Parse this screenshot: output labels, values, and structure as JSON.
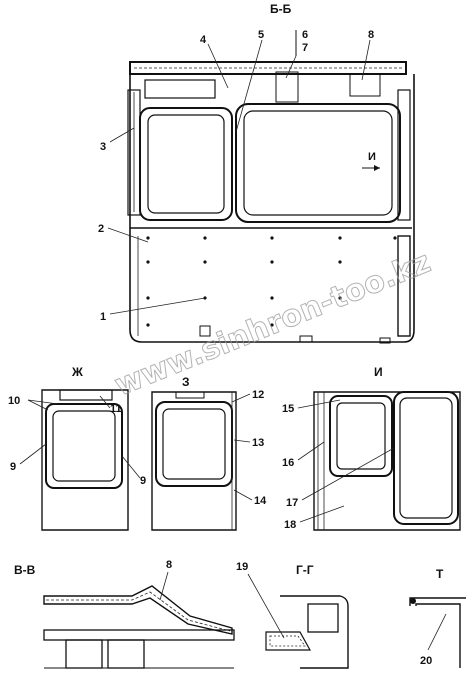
{
  "sections": {
    "main": "Б-Б",
    "zh": "Ж",
    "z": "З",
    "i": "И",
    "vv": "В-В",
    "gg": "Г-Г",
    "t": "Т"
  },
  "view_marker": "И",
  "callouts": {
    "c1": "1",
    "c2": "2",
    "c3": "3",
    "c4": "4",
    "c5": "5",
    "c6": "6",
    "c7": "7",
    "c8": "8",
    "c9a": "9",
    "c9b": "9",
    "c10": "10",
    "c11": "11",
    "c12": "12",
    "c13": "13",
    "c14": "14",
    "c15": "15",
    "c16": "16",
    "c17": "17",
    "c18": "18",
    "c8b": "8",
    "c19": "19",
    "c20": "20"
  },
  "watermark": "www.sinhron-too.kz"
}
